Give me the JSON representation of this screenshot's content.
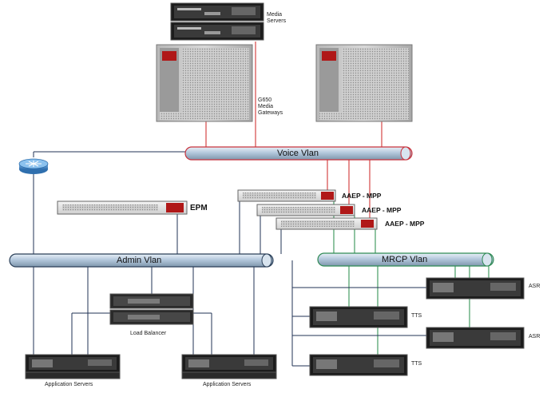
{
  "labels": {
    "media_servers": "Media\nServers",
    "g650": "G650\nMedia\nGateways",
    "voice_vlan": "Voice Vlan",
    "admin_vlan": "Admin Vlan",
    "mrcp_vlan": "MRCP Vlan",
    "aaep1": "AAEP - MPP",
    "aaep2": "AAEP - MPP",
    "aaep3": "AAEP - MPP",
    "epm": "EPM",
    "asr1": "ASR",
    "asr2": "ASR",
    "tts1": "TTS",
    "tts2": "TTS",
    "load_balancer": "Load Balancer",
    "app_servers_1": "Application Servers",
    "app_servers_2": "Application Servers"
  },
  "colors": {
    "voice_link": "#cc2222",
    "mrcp_link": "#228844",
    "admin_link": "#223355",
    "vlan_fill": "#b9cde0"
  }
}
